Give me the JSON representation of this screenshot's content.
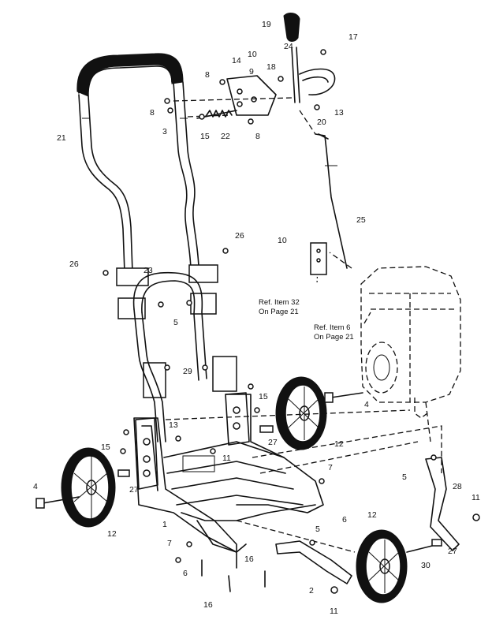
{
  "diagram": {
    "callouts": {
      "c19": "19",
      "c17": "17",
      "c24": "24",
      "c10a": "10",
      "c18": "18",
      "c14": "14",
      "c8a": "8",
      "c9": "9",
      "c8b": "8",
      "c13": "13",
      "c20": "20",
      "c3": "3",
      "c15a": "15",
      "c22": "22",
      "c8c": "8",
      "c21": "21",
      "c26a": "26",
      "c26b": "26",
      "c10b": "10",
      "c25": "25",
      "c23": "23",
      "c5a": "5",
      "c29": "29",
      "c4a": "4",
      "c15b": "15",
      "c13b": "13",
      "c27a": "27",
      "c12a": "12",
      "c15c": "15",
      "c11a": "11",
      "c27b": "27",
      "c4b": "4",
      "c12b": "12",
      "c7a": "7",
      "c6a": "6",
      "c5b": "5",
      "c28": "28",
      "c11b": "11",
      "c1": "1",
      "c7b": "7",
      "c5c": "5",
      "c12c": "12",
      "c27c": "27",
      "c6b": "6",
      "c16a": "16",
      "c30": "30",
      "c2": "2",
      "c16b": "16",
      "c11c": "11"
    },
    "refs": {
      "ref32_line1": "Ref. Item 32",
      "ref32_line2": "On Page 21",
      "ref6_line1": "Ref. Item 6",
      "ref6_line2": "On Page 21"
    }
  }
}
